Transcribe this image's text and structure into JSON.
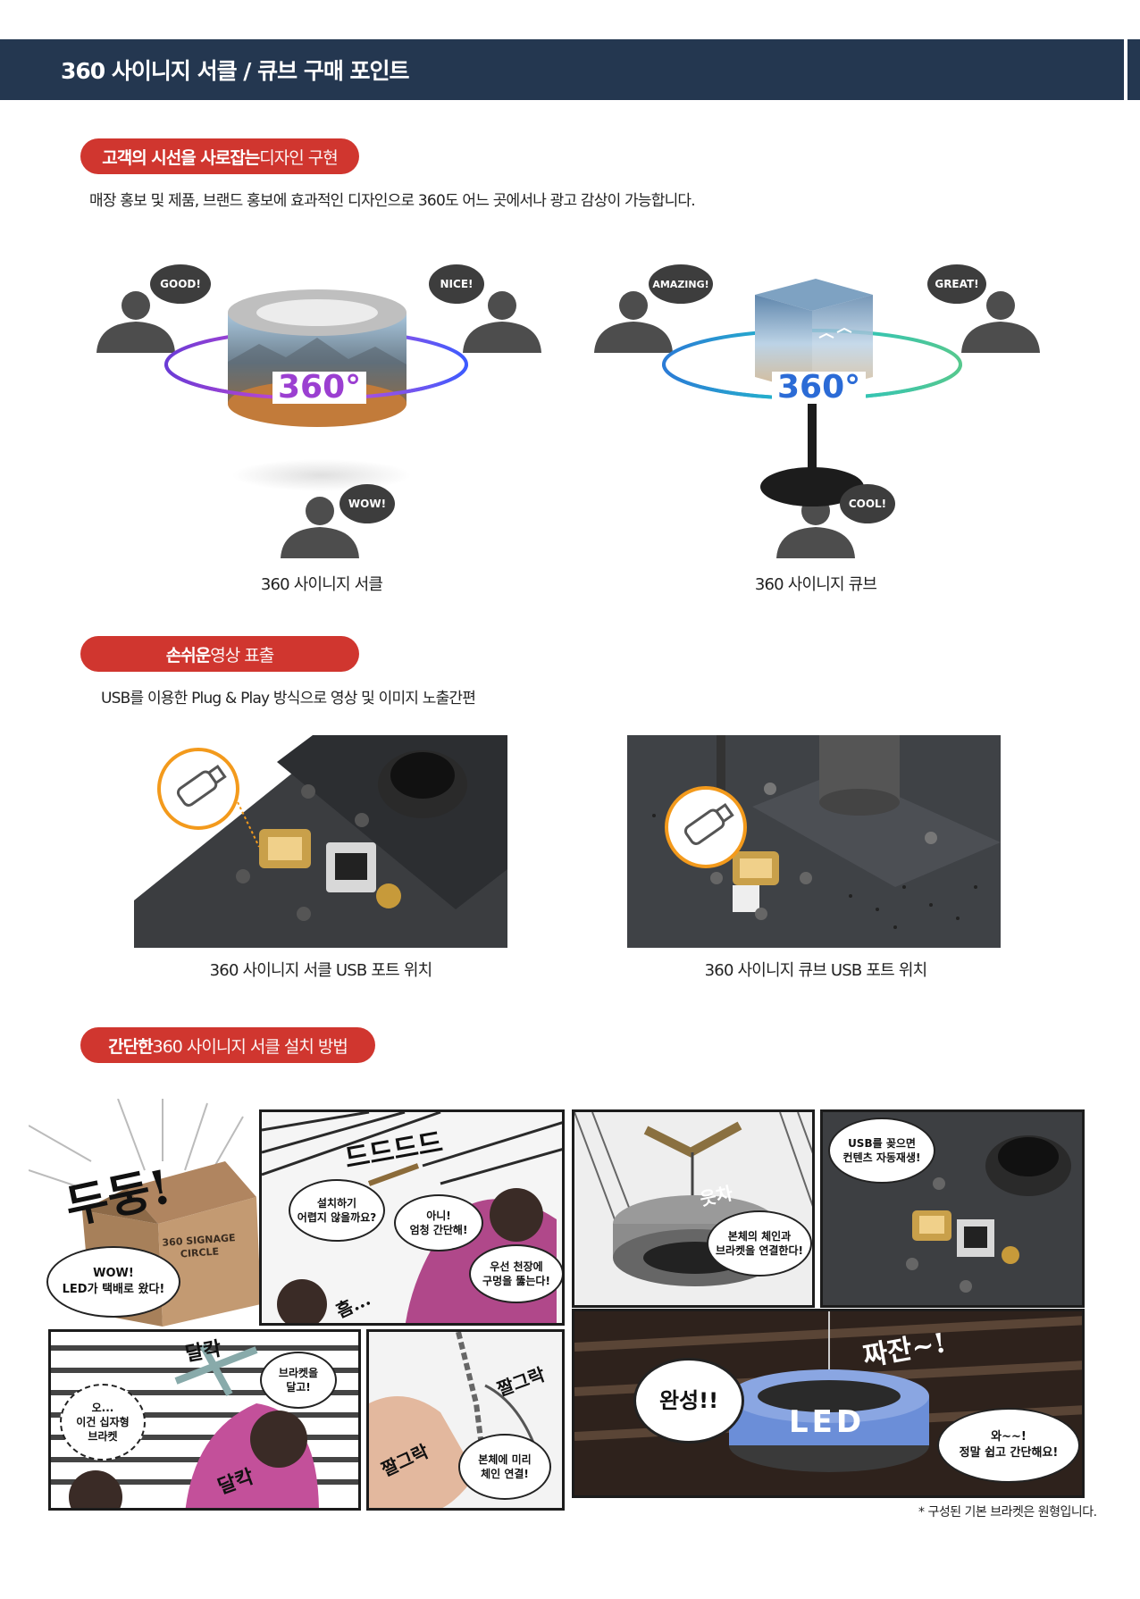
{
  "header": {
    "title": "360 사이니지 서클 / 큐브 구매 포인트"
  },
  "section1": {
    "pill_bold": "고객의 시선을 사로잡는",
    "pill_light": " 디자인 구현",
    "description": "매장 홍보 및 제품, 브랜드 홍보에 효과적인 디자인으로 360도 어느 곳에서나 광고 감상이 가능합니다.",
    "circle": {
      "badge": "360°",
      "bubbles": [
        "GOOD!",
        "NICE!",
        "WOW!"
      ],
      "caption": "360 사이니지 서클"
    },
    "cube": {
      "badge": "360°",
      "bubbles": [
        "AMAZING!",
        "GREAT!",
        "COOL!"
      ],
      "caption": "360 사이니지 큐브"
    }
  },
  "section2": {
    "pill_bold": "손쉬운",
    "pill_light": " 영상 표출",
    "description": "USB를 이용한 Plug & Play 방식으로 영상 및 이미지 노출간편",
    "captions": [
      "360 사이니지 서클 USB 포트 위치",
      "360 사이니지 큐브 USB 포트 위치"
    ]
  },
  "section3": {
    "pill_bold": "간단한",
    "pill_light": " 360 사이니지 서클 설치 방법",
    "box_label_1": "360 SIGNAGE",
    "box_label_2": "CIRCLE",
    "sfx": {
      "dudung": "두둥!",
      "drill": "드드드드",
      "hmm": "흠...",
      "clack1": "달칵",
      "clack2": "달칵",
      "jjal1": "짤그락",
      "jjal2": "짤그락",
      "uscha": "읏차",
      "jjajan": "짜잔~!"
    },
    "speech": {
      "wow": "WOW!\nLED가 택배로 왔다!",
      "hard": "설치하기\n어렵지 않을까요?",
      "easy": "아니!\n엄청 간단해!",
      "ceiling": "우선 천장에\n구멍을 뚫는다!",
      "bracket_q": "오...\n이건 십자형\n브라켓",
      "bracket": "브라켓을\n달고!",
      "chain_pre": "본체에 미리\n체인 연결!",
      "chain": "본체의 체인과\n브라켓을 연결한다!",
      "usb": "USB를 꽂으면\n컨텐츠 자동재생!",
      "done": "완성!!",
      "wow2": "와~~!\n정말 쉽고 간단해요!"
    },
    "led_text": "LED",
    "footnote": "* 구성된 기본 브라켓은 원형입니다."
  }
}
